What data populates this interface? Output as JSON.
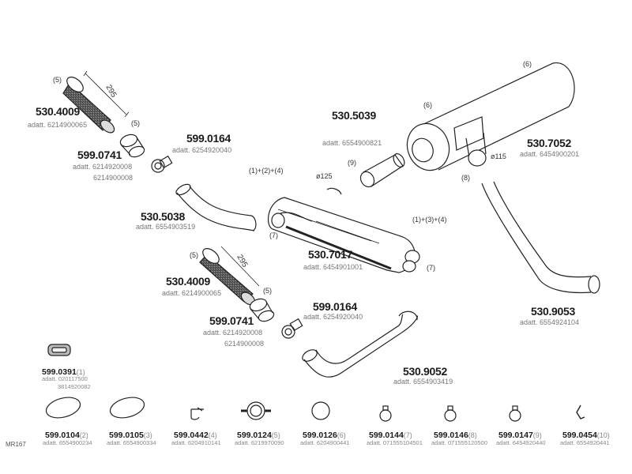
{
  "drawing_id": "MR167",
  "parts": [
    {
      "code": "530.4009",
      "adatt": [
        "adatt. 6214900065"
      ],
      "ref": "(5)",
      "dimension": "295"
    },
    {
      "code": "599.0741",
      "adatt": [
        "adatt. 6214920008",
        "6214900008"
      ],
      "ref": "(5)"
    },
    {
      "code": "599.0164",
      "adatt": [
        "adatt. 6254920040"
      ]
    },
    {
      "code": "530.5038",
      "adatt": [
        "adatt. 6554903519"
      ]
    },
    {
      "code": "530.5039",
      "adatt": [
        "adatt. 6554900821"
      ],
      "ref": "(9)"
    },
    {
      "code": "530.7052",
      "adatt": [
        "adatt. 6454900201"
      ],
      "refs": [
        "(6)",
        "(6)",
        "(8)"
      ],
      "diameter": "ø115"
    },
    {
      "code": "530.7017",
      "adatt": [
        "adatt. 6454901001"
      ],
      "refs": [
        "(1)+(2)+(4)",
        "(1)+(3)+(4)",
        "(7)",
        "(7)"
      ],
      "diameter": "ø125"
    },
    {
      "code": "530.4009",
      "adatt": [
        "adatt. 6214900065"
      ],
      "ref": "(5)",
      "dimension": "295"
    },
    {
      "code": "599.0741",
      "adatt": [
        "adatt. 6214920008",
        "6214900008"
      ],
      "ref": "(5)"
    },
    {
      "code": "599.0164",
      "adatt": [
        "adatt. 6254920040"
      ]
    },
    {
      "code": "530.9052",
      "adatt": [
        "adatt. 6554903419"
      ]
    },
    {
      "code": "530.9053",
      "adatt": [
        "adatt. 6554924104"
      ]
    },
    {
      "code": "599.0391",
      "ref": "(1)",
      "adatt": [
        "adatt. 020117500",
        "3814920082"
      ]
    }
  ],
  "accessories": [
    {
      "code": "599.0104",
      "ref": "(2)",
      "adatt": "adatt. 6554900234",
      "icon": "band-clamp-icon"
    },
    {
      "code": "599.0105",
      "ref": "(3)",
      "adatt": "adatt. 6554900334",
      "icon": "band-clamp-icon"
    },
    {
      "code": "599.0442",
      "ref": "(4)",
      "adatt": "adatt. 6204910141",
      "icon": "bracket-icon"
    },
    {
      "code": "599.0124",
      "ref": "(5)",
      "adatt": "adatt. 6219970090",
      "icon": "flange-ring-icon"
    },
    {
      "code": "599.0126",
      "ref": "(6)",
      "adatt": "adatt. 6204900441",
      "icon": "clamp-ring-icon"
    },
    {
      "code": "599.0144",
      "ref": "(7)",
      "adatt": "adatt. 071555104501",
      "icon": "hose-clamp-icon"
    },
    {
      "code": "599.0146",
      "ref": "(8)",
      "adatt": "adatt. 071555120500",
      "icon": "hose-clamp-icon"
    },
    {
      "code": "599.0147",
      "ref": "(9)",
      "adatt": "adatt. 6454920440",
      "icon": "hose-clamp-icon"
    },
    {
      "code": "599.0454",
      "ref": "(10)",
      "adatt": "adatt. 6554920441",
      "icon": "hanger-icon"
    }
  ]
}
